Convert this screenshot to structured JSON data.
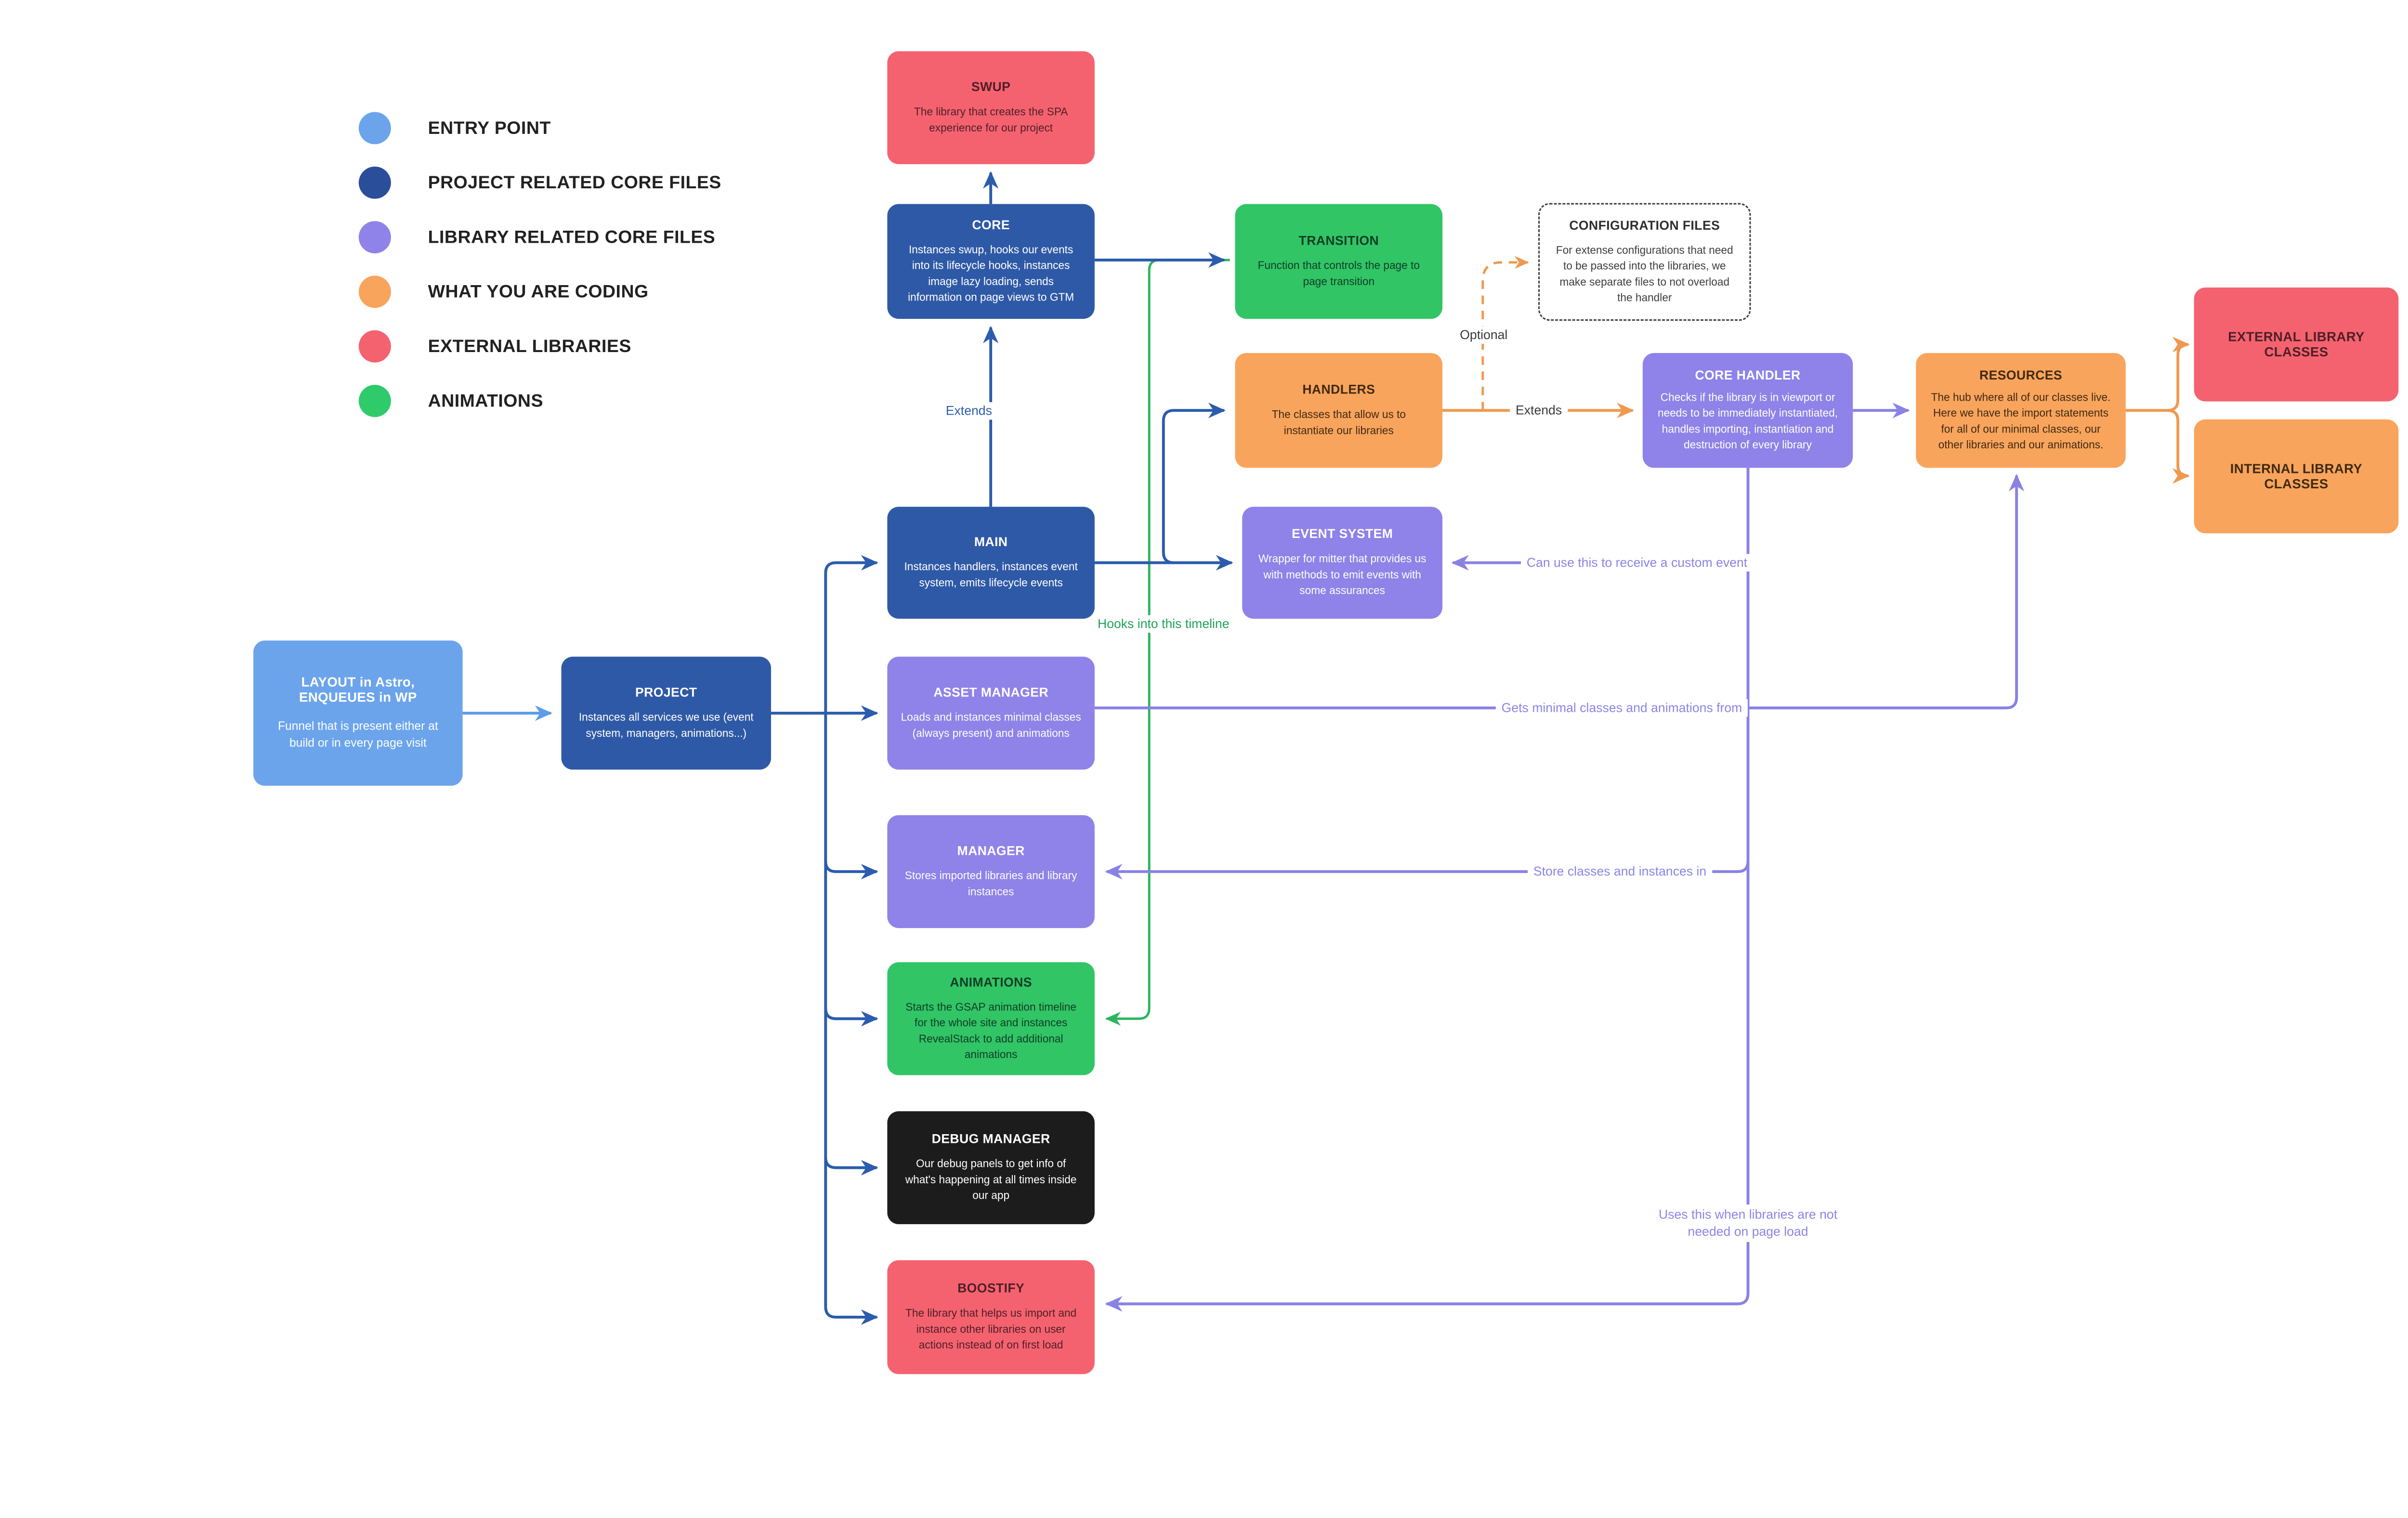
{
  "legend": {
    "items": [
      {
        "label": "ENTRY POINT",
        "color": "#6CA4EC"
      },
      {
        "label": "PROJECT RELATED CORE FILES",
        "color": "#2B4E9B"
      },
      {
        "label": "LIBRARY RELATED CORE FILES",
        "color": "#8F82E8"
      },
      {
        "label": "WHAT YOU ARE CODING",
        "color": "#F9A45C"
      },
      {
        "label": "EXTERNAL LIBRARIES",
        "color": "#F5626F"
      },
      {
        "label": "ANIMATIONS",
        "color": "#2FCB6B"
      }
    ]
  },
  "nodes": {
    "swup": {
      "title": "SWUP",
      "body": "The library that creates the SPA experience for our project"
    },
    "core": {
      "title": "CORE",
      "body": "Instances swup, hooks our events into its lifecycle hooks, instances image lazy loading, sends information on page views to GTM"
    },
    "transition": {
      "title": "TRANSITION",
      "body": "Function that controls the page to page transition"
    },
    "config_files": {
      "title": "CONFIGURATION FILES",
      "body": "For extense configurations that need to be passed into the libraries, we make separate files to not overload the handler"
    },
    "handlers": {
      "title": "HANDLERS",
      "body": "The classes that allow us to instantiate our libraries"
    },
    "core_handler": {
      "title": "CORE HANDLER",
      "body": "Checks if the library is in viewport or needs to be immediately instantiated, handles importing, instantiation and destruction of every library"
    },
    "resources": {
      "title": "RESOURCES",
      "body": "The hub where all of our classes live. Here we have the import statements for all of our minimal classes, our other libraries and our animations."
    },
    "external_library_classes": {
      "title": "EXTERNAL LIBRARY CLASSES"
    },
    "internal_library_classes": {
      "title": "INTERNAL LIBRARY CLASSES"
    },
    "main": {
      "title": "MAIN",
      "body": "Instances handlers, instances event system, emits lifecycle events"
    },
    "event_system": {
      "title": "EVENT SYSTEM",
      "body": "Wrapper for mitter that provides us with methods to emit events with some assurances"
    },
    "layout": {
      "title": "LAYOUT in Astro, ENQUEUES in WP",
      "body": "Funnel that is present either at build or in every page visit"
    },
    "project": {
      "title": "PROJECT",
      "body": "Instances all services we use (event system, managers, animations...)"
    },
    "asset_manager": {
      "title": "ASSET MANAGER",
      "body": "Loads and instances minimal classes (always present) and animations"
    },
    "manager": {
      "title": "MANAGER",
      "body": "Stores imported libraries and library instances"
    },
    "animations": {
      "title": "ANIMATIONS",
      "body": "Starts the GSAP animation timeline for the whole site and instances RevealStack to add additional animations"
    },
    "debug_manager": {
      "title": "DEBUG MANAGER",
      "body": "Our debug panels to get info of what's happening at all times inside our app"
    },
    "boostify": {
      "title": "BOOSTIFY",
      "body": "The library that helps us import and instance other libraries on user actions instead of on first load"
    }
  },
  "edge_labels": {
    "extends_core": "Extends",
    "extends_handler": "Extends",
    "optional": "Optional",
    "hooks_timeline": "Hooks into this timeline",
    "custom_event": "Can use this to receive a custom event",
    "gets_minimal": "Gets minimal classes and animations from",
    "store_classes": "Store classes and instances in",
    "uses_when": "Uses this when libraries are not needed on page load"
  },
  "colors": {
    "entry_point": "#6CA4EC",
    "project_core": "#2E59A6",
    "library_core": "#8F82E8",
    "coding": "#F9A45C",
    "external": "#F5626F",
    "animations": "#31C566",
    "debug": "#1c1c1c",
    "line_blue": "#2B5CAD",
    "line_light_blue": "#5E9BE8",
    "line_green": "#29B55C",
    "line_orange": "#EE9950",
    "line_purple": "#8A82E3"
  }
}
